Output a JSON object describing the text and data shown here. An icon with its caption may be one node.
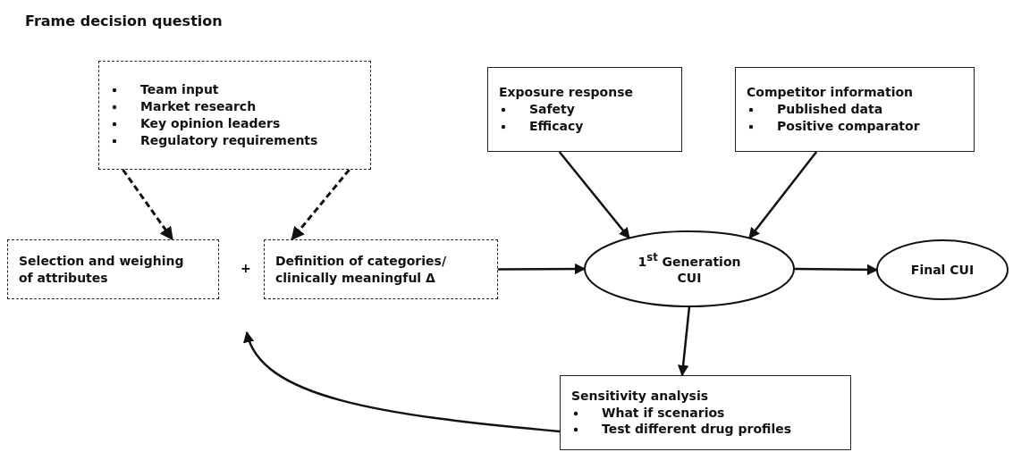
{
  "diagram": {
    "title": "Frame decision question",
    "nodes": [
      {
        "text": [
          "Team input",
          "Market research",
          "Key opinion leaders",
          "Regulatory requirements"
        ]
      },
      {
        "text": [
          "Selection and weighing of attributes"
        ]
      },
      {
        "text": [
          "Definition of categories/ clinically meaningful Δ"
        ]
      },
      {
        "text": [
          "Exposure response",
          "Safety",
          "Efficacy"
        ]
      },
      {
        "text": [
          "Competitor information",
          "Published data",
          "Positive comparator"
        ]
      },
      {
        "text": [
          "1$^{st}$ Generation CUI"
        ]
      },
      {
        "text": [
          "Final CUI"
        ]
      },
      {
        "text": [
          "Sensitivity analysis",
          "What if scenarios",
          "Test different drug profiles"
        ]
      }
    ],
    "edges": [
      {
        "from": 0,
        "to": 1,
        "arrow": "to",
        "style": "dashed"
      },
      {
        "from": 0,
        "to": 2,
        "arrow": "to",
        "style": "dashed"
      },
      {
        "from": 2,
        "to": 5,
        "arrow": "to"
      },
      {
        "from": 3,
        "to": 5,
        "arrow": "to"
      },
      {
        "from": 4,
        "to": 5,
        "arrow": "to"
      },
      {
        "from": 5,
        "to": 6,
        "arrow": "to"
      },
      {
        "from": 5,
        "to": 7,
        "arrow": "to"
      },
      {
        "from": 7,
        "to": null,
        "arrow": "to"
      }
    ],
    "labels": [
      "+"
    ]
  }
}
